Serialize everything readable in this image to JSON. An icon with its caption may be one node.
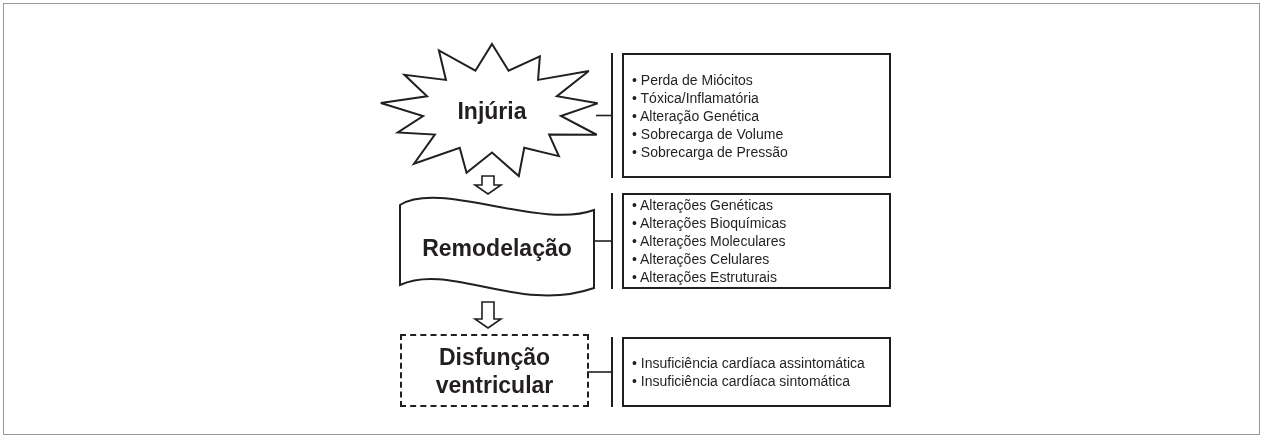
{
  "diagram": {
    "nodes": [
      {
        "text": [
          "Injúria"
        ]
      },
      {
        "text": [
          "• Perda de Miócitos",
          "• Tóxica/Inflamatória",
          "• Alteração Genética",
          "• Sobrecarga de Volume",
          "• Sobrecarga de Pressão"
        ]
      },
      {
        "text": [
          "Remodelação"
        ]
      },
      {
        "text": [
          "• Alterações Genéticas",
          "• Alterações Bioquímicas",
          "• Alterações Moleculares",
          "• Alterações Celulares",
          "• Alterações Estruturais"
        ]
      },
      {
        "text": [
          "Disfunção ventricular"
        ]
      },
      {
        "text": [
          "• Insuficiência cardíaca assintomática",
          "• Insuficiência cardíaca sintomática"
        ]
      }
    ],
    "edges": [
      {
        "from": 0,
        "to": 1,
        "arrow": "none"
      },
      {
        "from": 0,
        "to": 2,
        "arrow": "to"
      },
      {
        "from": 2,
        "to": 3,
        "arrow": "none"
      },
      {
        "from": 2,
        "to": 4,
        "arrow": "to"
      },
      {
        "from": 4,
        "to": 5,
        "arrow": "none"
      }
    ]
  }
}
